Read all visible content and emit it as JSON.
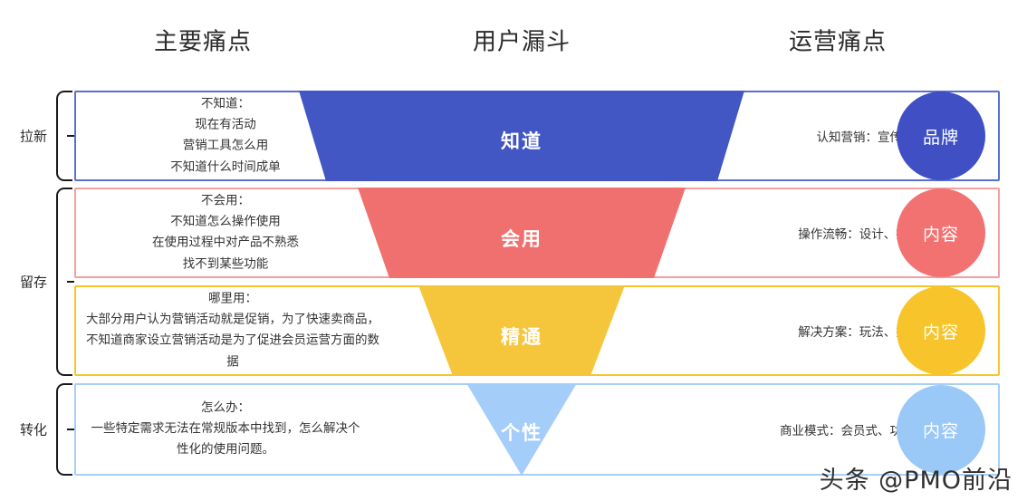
{
  "headers": {
    "left": "主要痛点",
    "middle": "用户漏斗",
    "right": "运营痛点"
  },
  "stages": [
    {
      "label": "拉新"
    },
    {
      "label": "留存"
    },
    {
      "label": "转化"
    }
  ],
  "colors": {
    "row1": "#4a5ec8",
    "row2": "#f06b6b",
    "row3": "#f5c431",
    "row4": "#9ec9f7",
    "funnel1": "#4256c4",
    "funnel2": "#f0706f",
    "funnel3": "#f5c63c",
    "funnel4": "#a5cdfa",
    "circle1": "#4050c4",
    "circle2": "#f27171",
    "circle3": "#f7c52b",
    "circle4": "#9ac8f7",
    "border1": "#5b6fd0",
    "border2": "#f4a0a0",
    "border3": "#f7c52b",
    "border4": "#a8cff5"
  },
  "rows": [
    {
      "pain": "不知道：\n现在有活动\n营销工具怎么用\n不知道什么时间成单",
      "funnel": "知道",
      "ops": "认知营销：宣传、推广",
      "circle": "品牌"
    },
    {
      "pain": "不会用：\n不知道怎么操作使用\n在使用过程中对产品不熟悉\n找不到某些功能",
      "funnel": "会用",
      "ops": "操作流畅：设计、指引、模板",
      "circle": "内容"
    },
    {
      "pain": "哪里用：\n大部分用户认为营销活动就是促销，为了快速卖商品，不知道商家设立营销活动是为了促进会员运营方面的数据",
      "funnel": "精通",
      "ops": "解决方案：玩法、技巧、场景",
      "circle": "内容"
    },
    {
      "pain": "怎么办：\n一些特定需求无法在常规版本中找到，怎么解决个性化的使用问题。",
      "funnel": "个性",
      "ops": "商业模式：会员式、功能式、数量式",
      "circle": "内容"
    }
  ],
  "watermark": "头条 @PMO前沿"
}
